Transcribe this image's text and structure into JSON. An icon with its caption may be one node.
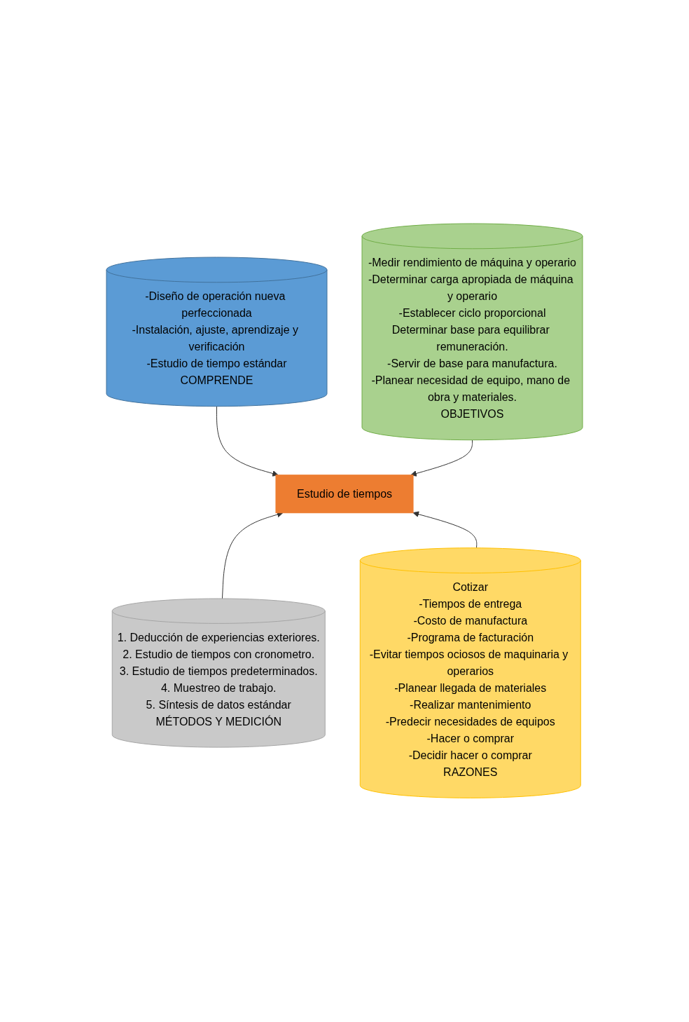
{
  "diagram": {
    "nodes": [
      {
        "text": [
          "-Diseño de operación nueva perfeccionada",
          "-Instalación, ajuste, aprendizaje y verificación",
          "-Estudio de tiempo estándar",
          "COMPRENDE"
        ]
      },
      {
        "text": [
          "-Medir rendimiento de máquina y operario",
          "-Determinar carga apropiada de máquina y operario",
          "-Establecer ciclo proporcional",
          "Determinar base para equilibrar remuneración.",
          "-Servir de base para manufactura.",
          "-Planear necesidad de equipo, mano de obra y materiales.",
          "OBJETIVOS"
        ]
      },
      {
        "text": [
          "Estudio de tiempos"
        ]
      },
      {
        "text": [
          "1. Deducción de experiencias exteriores.",
          "2. Estudio de tiempos con cronometro.",
          "3. Estudio de tiempos predeterminados.",
          "4. Muestreo de trabajo.",
          "5. Síntesis de datos estándar",
          "MÉTODOS Y MEDICIÓN"
        ]
      },
      {
        "text": [
          "Cotizar",
          "-Tiempos de entrega",
          "-Costo de manufactura",
          "-Programa de facturación",
          "-Evitar tiempos ociosos de maquinaria y operarios",
          "-Planear llegada de materiales",
          "-Realizar mantenimiento",
          "-Predecir necesidades de equipos",
          "-Hacer o comprar",
          "-Decidir hacer o comprar",
          "RAZONES"
        ]
      }
    ],
    "edges": [
      {
        "from": 0,
        "to": 2,
        "arrow": "to"
      },
      {
        "from": 1,
        "to": 2,
        "arrow": "to"
      },
      {
        "from": 3,
        "to": 2,
        "arrow": "to"
      },
      {
        "from": 4,
        "to": 2,
        "arrow": "to"
      }
    ]
  }
}
